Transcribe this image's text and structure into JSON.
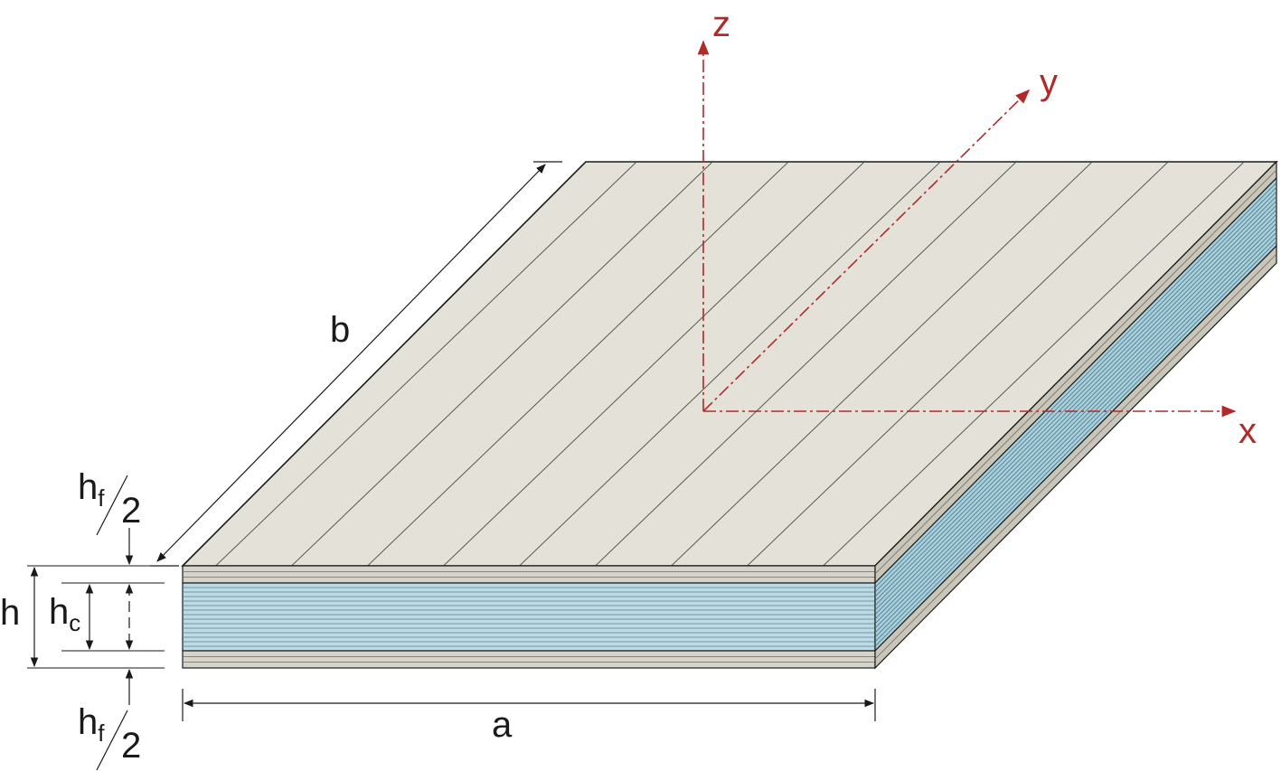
{
  "labels": {
    "b": "b",
    "a": "a",
    "h": "h",
    "hc_main": "h",
    "hc_sub": "c",
    "hf_top_main": "h",
    "hf_top_sub": "f",
    "hf_top_den": "2",
    "hf_bot_main": "h",
    "hf_bot_sub": "f",
    "hf_bot_den": "2"
  },
  "axes": {
    "x": "x",
    "y": "y",
    "z": "z"
  },
  "colors": {
    "face_sheet": "#e3e1d8",
    "face_sheet_dark": "#c9c5b8",
    "core": "#bcdbe6",
    "core_side": "#a7cfdc",
    "axis": "#b02a2a",
    "line": "#1a1a1a"
  }
}
